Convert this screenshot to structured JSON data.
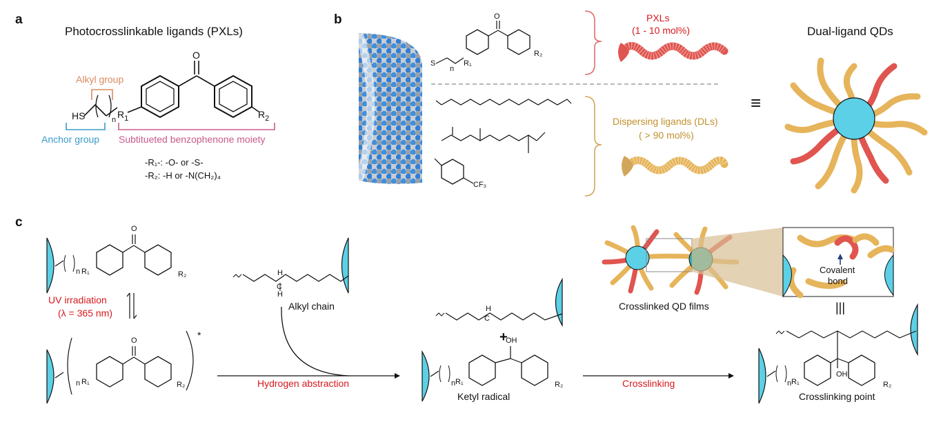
{
  "panels": {
    "a": {
      "letter": "a",
      "title": "Photocrosslinkable ligands (PXLs)",
      "alkyl_group": "Alkyl group",
      "anchor_group": "Anchor group",
      "benzophenone": "Subtitueted benzophenone moiety",
      "hs": "HS",
      "n": "n",
      "r1": "R",
      "r1_sub": "1",
      "r2": "R",
      "r2_sub": "2",
      "oxygen": "O",
      "r1_def": "-R₁-: -O- or -S-",
      "r2_def": "-R₂: -H or -N(CH₂)₄"
    },
    "b": {
      "letter": "b",
      "pxls": "PXLs",
      "pxls_pct": "(1 - 10 mol%)",
      "dls": "Dispersing ligands (DLs)",
      "dls_pct": "( > 90 mol%)",
      "equiv": "≡",
      "dual_title": "Dual-ligand QDs",
      "s_label": "S",
      "n_label": "n",
      "r1": "R₁",
      "r2": "R₂",
      "o": "O",
      "cf3": "CF₃"
    },
    "c": {
      "letter": "c",
      "uv": "UV irradiation",
      "lambda": "(λ = 365 nm)",
      "alkyl_chain": "Alkyl chain",
      "h_atom": "H",
      "c_atom": "C",
      "hydrogen_abstraction": "Hydrogen abstraction",
      "plus": "+",
      "oh": "OH",
      "ketyl": "Ketyl radical",
      "crosslinking": "Crosslinking",
      "crosslinked_films": "Crosslinked QD films",
      "covalent": "Covalent",
      "bond": "bond",
      "triple": "|||",
      "crosslinking_point": "Crosslinking point",
      "star": "*",
      "n": "n",
      "r1": "R₁",
      "r2": "R₂",
      "o": "O"
    }
  },
  "colors": {
    "qd": "#5bd0e6",
    "pxl_red": "#e0554f",
    "dl_gold": "#e6b45a",
    "bracket_red": "#e06a6a",
    "bracket_gold": "#d2a65a",
    "anchor_blue": "#3a9bc8",
    "alkyl_orange": "#d98a5f",
    "benzo_pink": "#c85a8a"
  }
}
